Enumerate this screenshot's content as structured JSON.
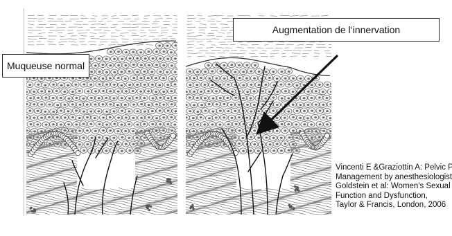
{
  "figure": {
    "panels": [
      {
        "id": "normal",
        "description_name": "normal-mucosa"
      },
      {
        "id": "innervated",
        "description_name": "increased-innervation-mucosa"
      }
    ],
    "labels": {
      "normal": "Muqueuse normal",
      "innervation": "Augmentation de l‘innervation"
    },
    "citation_lines": [
      "Vincenti E &Graziottin A: Pelvic Pain Management by anesthesiologists. In",
      "Management by anesthesiologists. In:",
      "Goldstein et al: Women's Sexual",
      "Function and Dysfunction,",
      "Taylor & Francis, London, 2006"
    ]
  }
}
